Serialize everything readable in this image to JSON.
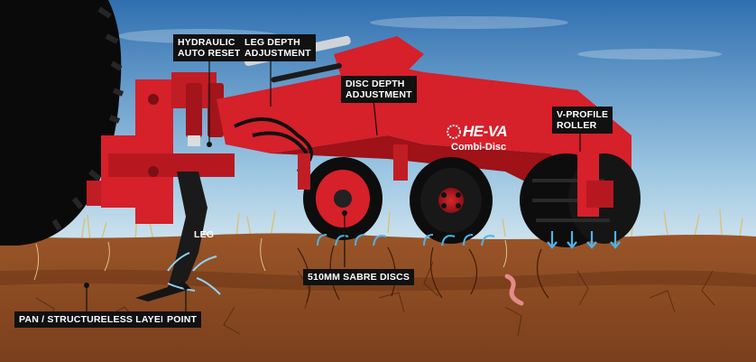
{
  "callouts": {
    "hydraulic_auto_reset": "HYDRAULIC\nAUTO RESET",
    "leg_depth_adjustment": "LEG DEPTH\nADJUSTMENT",
    "disc_depth_adjustment": "DISC DEPTH\nADJUSTMENT",
    "v_profile_roller": "V-PROFILE\nROLLER",
    "leg": "LEG",
    "sabre_discs": "510mm SABRE DISCS",
    "pan_layer": "PAN / STRUCTURELESS LAYER",
    "point": "POINT"
  },
  "brand": {
    "name": "HE-VA",
    "model": "Combi-Disc"
  },
  "colors": {
    "sky_top": "#2f6fb0",
    "sky_bottom": "#bcd9ea",
    "soil": "#8a4a22",
    "soil_dark": "#5e2f13",
    "implement_red": "#d6202a",
    "implement_dark": "#9e1218",
    "tyre": "#0d0d0d",
    "flow_arrow": "#4fb3e8",
    "callout_bg": "#111111"
  }
}
